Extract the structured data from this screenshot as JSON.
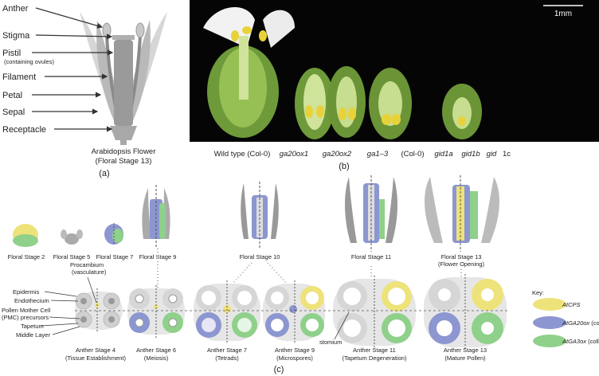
{
  "panel_a": {
    "parts": [
      "Anther",
      "Stigma",
      "Pistil",
      "(containing ovules)",
      "Filament",
      "Petal",
      "Sepal",
      "Receptacle"
    ],
    "caption_line1": "Arabidopsis Flower",
    "caption_line2": "(Floral Stage 13)",
    "panel_label": "(a)"
  },
  "panel_b": {
    "scale_bar": "1mm",
    "labels": [
      "Wild type (Col-0)",
      "ga20ox1",
      "ga20ox2",
      "ga1–3",
      "(Col-0)",
      "gid1a",
      "gid1b",
      "gid",
      "1c"
    ],
    "panel_label": "(b)"
  },
  "panel_c": {
    "floral_stages": [
      "Floral Stage 2",
      "Floral Stage 5",
      "Floral Stage 7",
      "Floral Stage 9",
      "Floral Stage 10",
      "Floral Stage 11",
      "Floral Stage 13",
      "(Flower Opening)"
    ],
    "tissue_labels": [
      "Procambium",
      "(vasculature)",
      "Epidermis",
      "Endothecium",
      "Pollen Mother Cell",
      "(PMC) precursors",
      "Tapetum",
      "Middle Layer"
    ],
    "stomium_label": "stomium",
    "anther_stages": [
      {
        "title": "Anther Stage 4",
        "sub": "(Tissue Establishment)"
      },
      {
        "title": "Anther Stage 6",
        "sub": "(Meiosis)"
      },
      {
        "title": "Anther Stage 7",
        "sub": "(Tetrads)"
      },
      {
        "title": "Anther Stage 9",
        "sub": "(Microspores)"
      },
      {
        "title": "Anther Stage 11",
        "sub": "(Tapetum Degeneration)"
      },
      {
        "title": "Anther Stage 13",
        "sub": "(Mature Pollen)"
      }
    ],
    "key": {
      "title": "Key:",
      "items": [
        {
          "name": "AtCPS",
          "suffix": "",
          "color": "#eee27a"
        },
        {
          "name": "AtGA20ox",
          "suffix": " (collective)",
          "color": "#8c96d0"
        },
        {
          "name": "AtGA3ox",
          "suffix": " (collective)",
          "color": "#8fd08a"
        }
      ]
    },
    "panel_label": "(c)"
  }
}
